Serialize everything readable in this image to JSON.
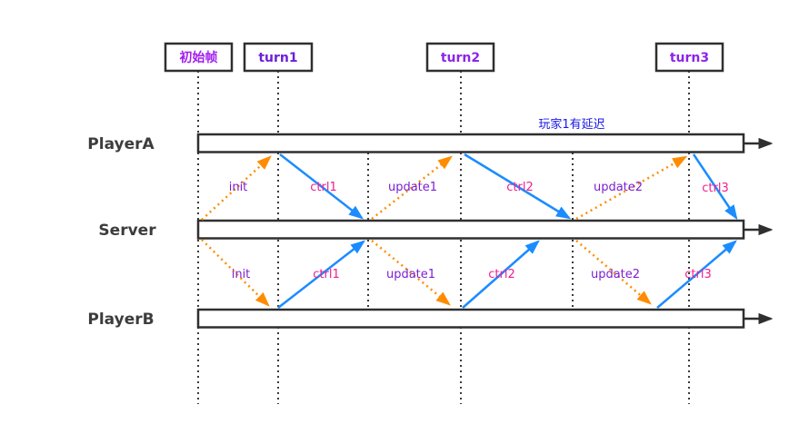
{
  "diagram": {
    "frame_boxes": [
      {
        "label": "初始帧",
        "color": "#a21ff0"
      },
      {
        "label": "turn1",
        "color": "#6d1fd8"
      },
      {
        "label": "turn2",
        "color": "#8b26e8"
      },
      {
        "label": "turn3",
        "color": "#8b26e8"
      }
    ],
    "lanes": [
      {
        "label": "PlayerA"
      },
      {
        "label": "Server"
      },
      {
        "label": "PlayerB"
      }
    ],
    "annotation": {
      "text": "玩家1有延迟",
      "color": "#1717e8"
    },
    "messages_player_a": [
      {
        "label": "init",
        "color": "#7b1fd2"
      },
      {
        "label": "ctrl1",
        "color": "#ef1f8e"
      },
      {
        "label": "update1",
        "color": "#7b1fd2"
      },
      {
        "label": "ctrl2",
        "color": "#ef1f8e"
      },
      {
        "label": "update2",
        "color": "#7b1fd2"
      },
      {
        "label": "ctrl3",
        "color": "#ef1f8e"
      }
    ],
    "messages_player_b": [
      {
        "label": "init",
        "color": "#7b1fd2"
      },
      {
        "label": "ctrl1",
        "color": "#ef1f8e"
      },
      {
        "label": "update1",
        "color": "#7b1fd2"
      },
      {
        "label": "ctrl2",
        "color": "#ef1f8e"
      },
      {
        "label": "update2",
        "color": "#7b1fd2"
      },
      {
        "label": "ctrl3",
        "color": "#ef1f8e"
      }
    ],
    "colors": {
      "server_to_player_arrow": "#ff8c00",
      "player_to_server_arrow": "#1b8cff",
      "timeline": "#2f2f2f"
    }
  }
}
